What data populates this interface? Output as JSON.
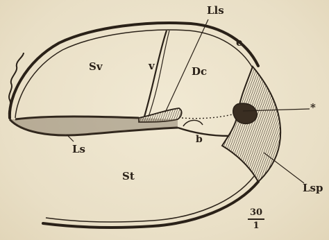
{
  "labels": {
    "sv": "Sv",
    "v": "v",
    "dc": "Dc",
    "lls": "Lls",
    "e": "e",
    "asterisk": "*",
    "b": "b",
    "ls": "Ls",
    "st": "St",
    "lsp": "Lsp"
  },
  "scale": {
    "numerator": "30",
    "denominator": "1"
  },
  "colors": {
    "ink": "#2a2118",
    "paper": "#ece3cc"
  }
}
